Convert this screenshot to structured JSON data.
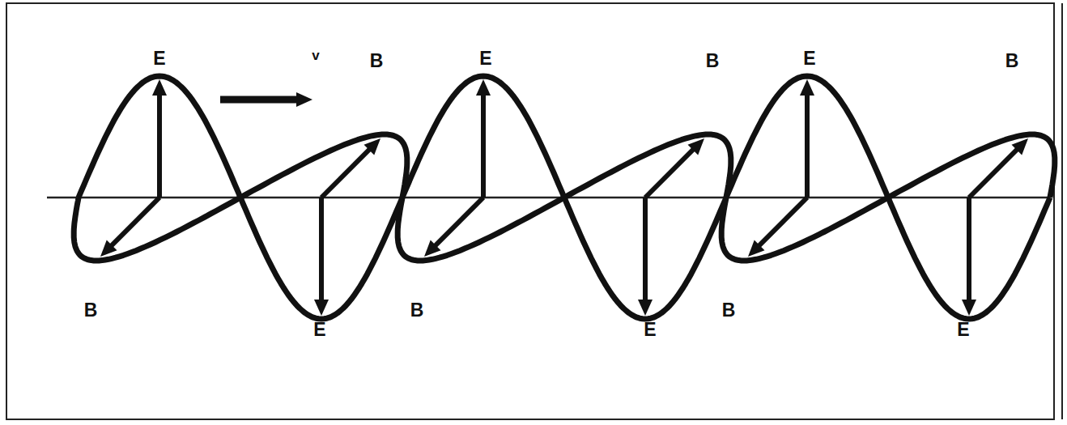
{
  "diagram": {
    "labels": [
      "E",
      "v",
      "B",
      "E",
      "B",
      "E",
      "B",
      "B",
      "E",
      "B",
      "E",
      "B",
      "E"
    ]
  }
}
